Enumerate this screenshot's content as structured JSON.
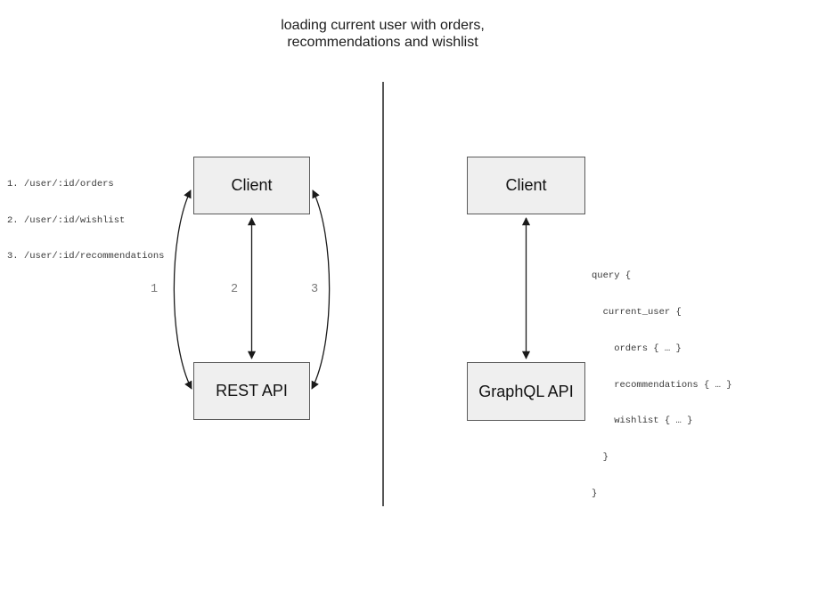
{
  "title": {
    "line1": "loading current user with orders,",
    "line2": "recommendations and wishlist"
  },
  "left_panel": {
    "endpoints": [
      "1. /user/:id/orders",
      "2. /user/:id/wishlist",
      "3. /user/:id/recommendations"
    ],
    "client_label": "Client",
    "api_label": "REST API",
    "arrow_labels": [
      "1",
      "2",
      "3"
    ]
  },
  "right_panel": {
    "client_label": "Client",
    "api_label": "GraphQL API",
    "query_lines": [
      "query {",
      "  current_user {",
      "    orders { … }",
      "    recommendations { … }",
      "    wishlist { … }",
      "  }",
      "}"
    ]
  },
  "colors": {
    "box_fill": "#efefef",
    "box_border": "#5a5a5a",
    "arrow": "#1a1a1a",
    "divider": "#555555",
    "number_label": "#7a7a7a",
    "code_text": "#3a3a3a",
    "title_text": "#1c1c1c"
  }
}
